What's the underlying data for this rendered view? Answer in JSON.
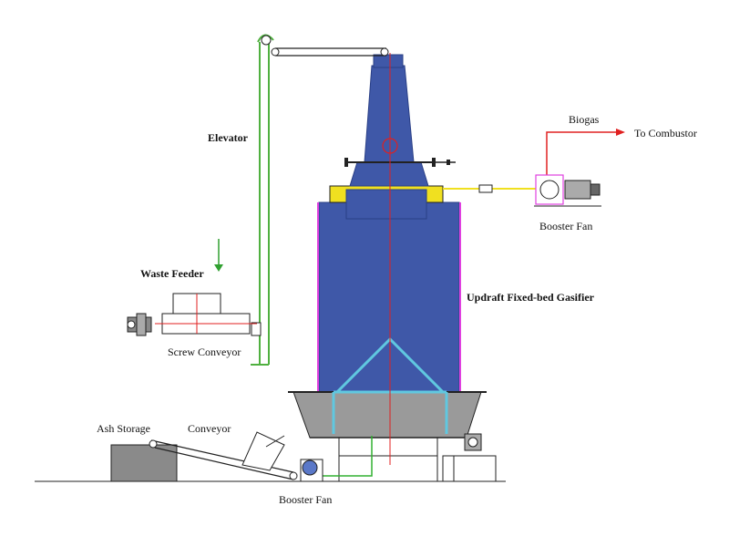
{
  "labels": {
    "elevator": "Elevator",
    "waste_feeder": "Waste Feeder",
    "screw_conveyor": "Screw Conveyor",
    "biogas": "Biogas",
    "to_combustor": "To Combustor",
    "booster_fan_top": "Booster Fan",
    "gasifier": "Updraft Fixed-bed Gasifier",
    "ash_storage": "Ash Storage",
    "conveyor": "Conveyor",
    "booster_fan_bottom": "Booster Fan"
  },
  "colors": {
    "gasifier_body": "#3f58a8",
    "gasifier_outline": "#2a3f86",
    "gas_pipe": "#f0e020",
    "biogas_line": "#e02020",
    "elevator": "#50b040",
    "hopper_frame": "#60c8e0",
    "ash_bin": "#8a8a8a",
    "side_wall": "#e040e0"
  }
}
